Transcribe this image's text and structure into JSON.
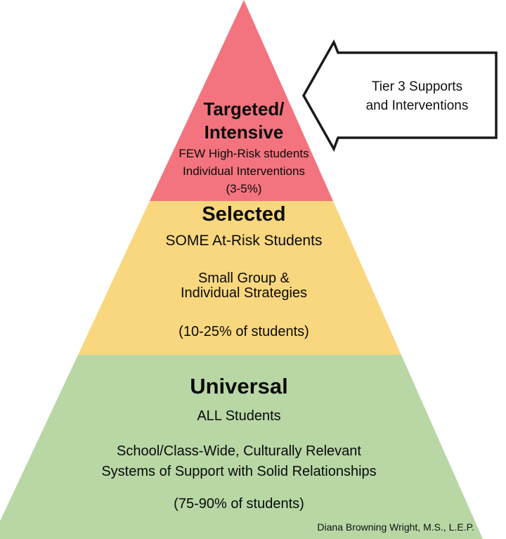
{
  "colors": {
    "tier_red": "#f3747e",
    "tier_yellow": "#f9d77e",
    "tier_green": "#b8d7a5",
    "arrow_fill": "#ffffff",
    "arrow_stroke": "#1a1a1a"
  },
  "arrow": {
    "label": "Tier 3 Supports\nand Interventions"
  },
  "tiers": [
    {
      "id": "targeted-intensive",
      "title": "Targeted/\nIntensive",
      "details": "FEW High-Risk students\nIndividual Interventions\n(3-5%)"
    },
    {
      "id": "selected",
      "title": "Selected",
      "subtitle": "SOME At-Risk Students",
      "strategies": "Small Group &\nIndividual Strategies",
      "percent": "(10-25% of students)"
    },
    {
      "id": "universal",
      "title": "Universal",
      "subtitle": "ALL Students",
      "description": "School/Class-Wide, Culturally Relevant\nSystems of Support with Solid Relationships",
      "percent": "(75-90% of students)"
    }
  ],
  "attribution": "Diana Browning Wright, M.S., L.E.P."
}
